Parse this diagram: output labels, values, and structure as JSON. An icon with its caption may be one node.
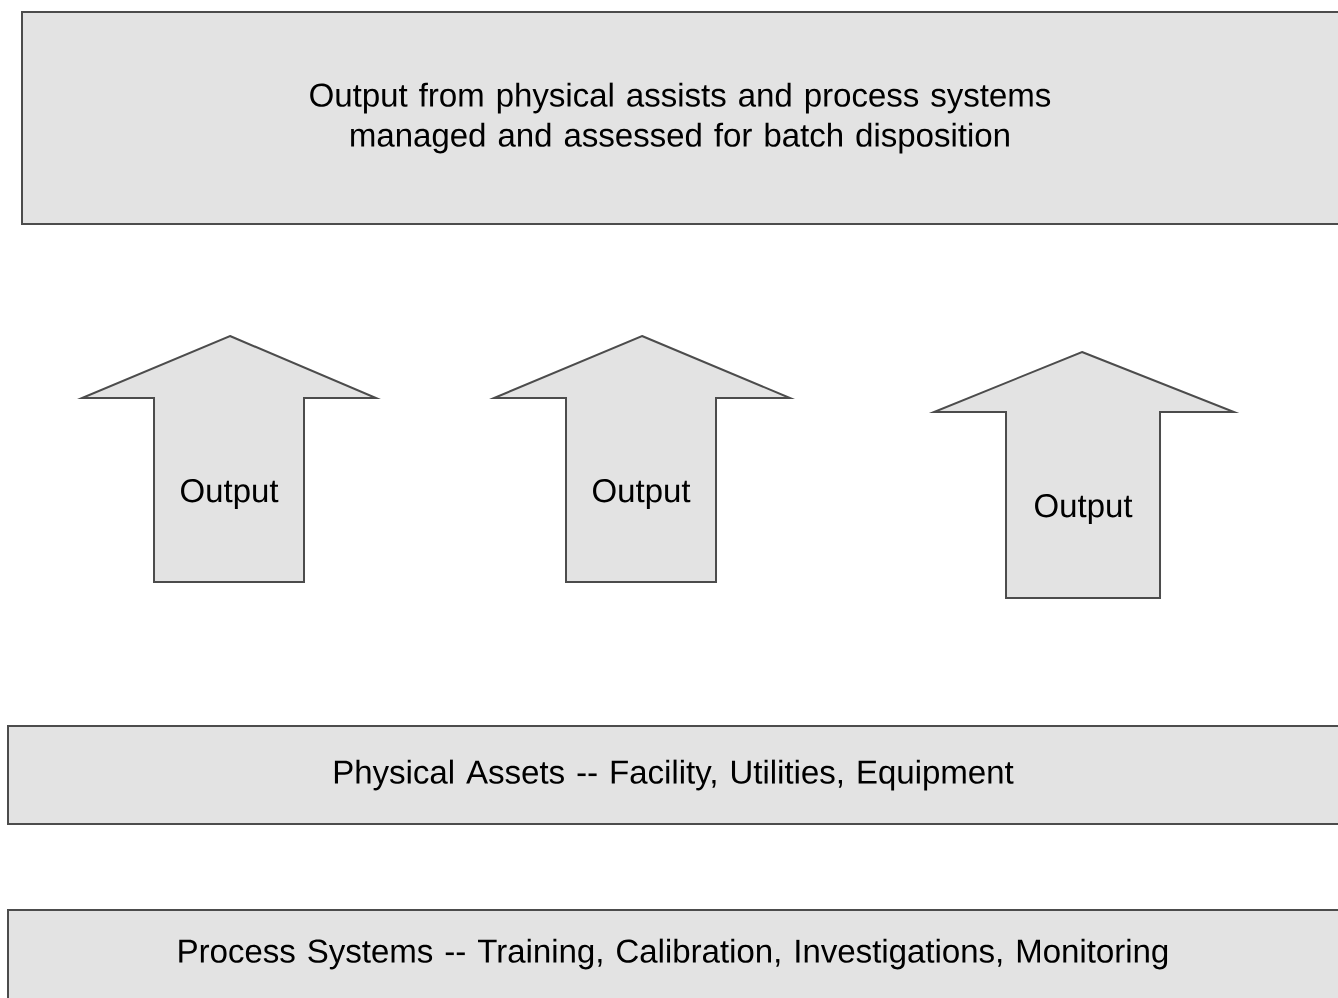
{
  "diagram": {
    "nodes": [
      {
        "text": [
          "Output from physical assists and process systems managed and assessed for batch disposition"
        ]
      },
      {
        "text": [
          "Output"
        ]
      },
      {
        "text": [
          "Output"
        ]
      },
      {
        "text": [
          "Output"
        ]
      },
      {
        "text": [
          "Physical Assets -- Facility, Utilities, Equipment"
        ]
      },
      {
        "text": [
          "Process Systems -- Training, Calibration, Investigations, Monitoring"
        ]
      }
    ]
  }
}
